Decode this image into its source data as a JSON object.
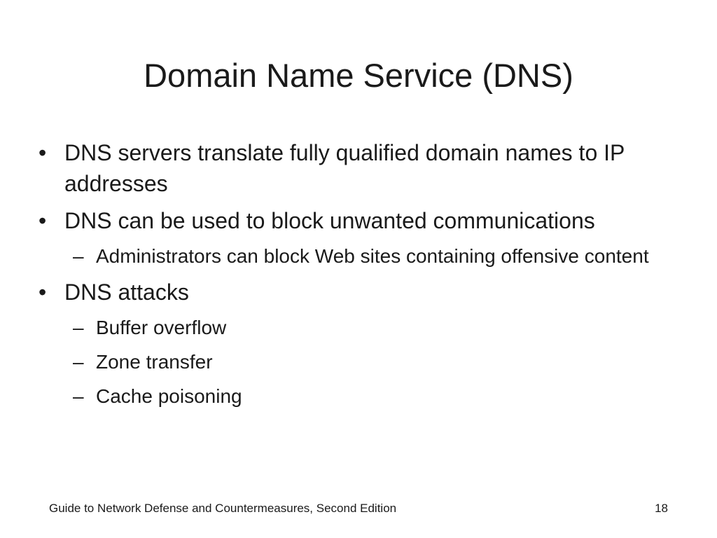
{
  "slide": {
    "title": "Domain Name Service (DNS)",
    "bullets": [
      {
        "marker": "•",
        "text": "DNS servers translate fully qualified domain names to IP addresses"
      },
      {
        "marker": "•",
        "text": "DNS can be used to block unwanted communications",
        "subitems": [
          {
            "marker": "–",
            "text": "Administrators can block Web sites containing offensive content"
          }
        ]
      },
      {
        "marker": "•",
        "text": "DNS attacks",
        "subitems": [
          {
            "marker": "–",
            "text": "Buffer overflow"
          },
          {
            "marker": "–",
            "text": "Zone transfer"
          },
          {
            "marker": "–",
            "text": "Cache poisoning"
          }
        ]
      }
    ]
  },
  "footer": {
    "source": "Guide to Network Defense and Countermeasures, Second Edition",
    "page_number": "18"
  }
}
